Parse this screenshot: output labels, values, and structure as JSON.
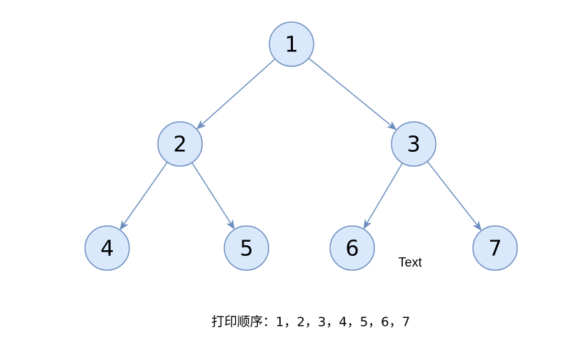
{
  "diagram": {
    "nodes": [
      {
        "id": "n1",
        "label": "1"
      },
      {
        "id": "n2",
        "label": "2"
      },
      {
        "id": "n3",
        "label": "3"
      },
      {
        "id": "n4",
        "label": "4"
      },
      {
        "id": "n5",
        "label": "5"
      },
      {
        "id": "n6",
        "label": "6"
      },
      {
        "id": "n7",
        "label": "7"
      }
    ],
    "edges": [
      {
        "from": "n1",
        "to": "n2"
      },
      {
        "from": "n1",
        "to": "n3"
      },
      {
        "from": "n2",
        "to": "n4"
      },
      {
        "from": "n2",
        "to": "n5"
      },
      {
        "from": "n3",
        "to": "n6"
      },
      {
        "from": "n3",
        "to": "n7"
      }
    ],
    "free_text": "Text",
    "caption": "打印顺序：1，2，3，4，5，6，7",
    "colors": {
      "node_fill": "#dae8fc",
      "node_stroke": "#6c8ebf",
      "edge": "#6c8ebf"
    }
  }
}
